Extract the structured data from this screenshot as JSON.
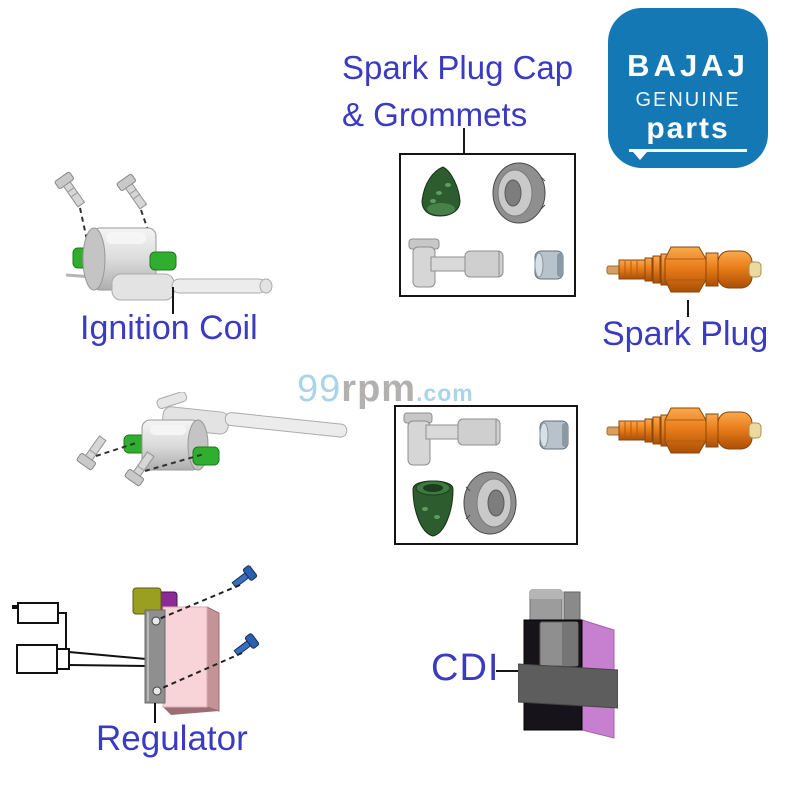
{
  "logo": {
    "brand": "BAJAJ",
    "genuine": "GENUINE",
    "parts": "parts",
    "bg_color": "#1478b4"
  },
  "heading": {
    "line1": "Spark Plug Cap",
    "line2": "& Grommets"
  },
  "labels": {
    "ignition_coil": "Ignition Coil",
    "spark_plug": "Spark Plug",
    "regulator": "Regulator",
    "cdi": "CDI"
  },
  "watermark": {
    "num": "99",
    "rpm": "rpm",
    "dotcom": ".com"
  },
  "colors": {
    "label_text": "#3a3ac2",
    "logo_blue": "#1478b4",
    "watermark_blue": "#a9d4e9",
    "watermark_gray": "#b3b0b0",
    "spark_plug_orange": "#ea7d1a",
    "grommet_green": "#2fae2f",
    "cone_green": "#2d5c2e",
    "cdi_pink": "#c77fd0",
    "regulator_pink": "#f8d3d8",
    "bolt_blue": "#2d5fae"
  }
}
